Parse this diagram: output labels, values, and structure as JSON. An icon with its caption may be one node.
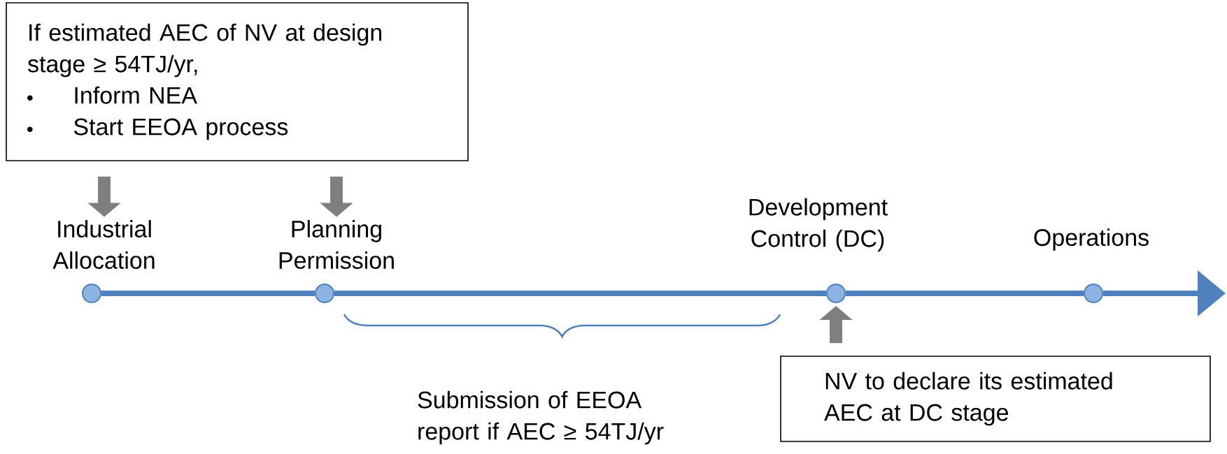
{
  "diagram": {
    "nodes": [
      {
        "text": [
          "If estimated AEC of NV at design stage ≥ 54TJ/yr,",
          "Inform NEA",
          "Start EEOA process"
        ]
      },
      {
        "text": [
          "Industrial Allocation"
        ]
      },
      {
        "text": [
          "Planning Permission"
        ]
      },
      {
        "text": [
          "Development Control (DC)"
        ]
      },
      {
        "text": [
          "Operations"
        ]
      },
      {
        "text": [],
        "shape": "circle"
      },
      {
        "text": [],
        "shape": "circle"
      },
      {
        "text": [],
        "shape": "circle"
      },
      {
        "text": [],
        "shape": "circle"
      },
      {
        "text": [
          "NV to declare its estimated AEC at DC stage"
        ]
      }
    ],
    "edges": [
      {
        "from": 5,
        "to": 6,
        "arrow": "none"
      },
      {
        "from": 6,
        "to": 7,
        "arrow": "none"
      },
      {
        "from": 7,
        "to": 8,
        "arrow": "none"
      },
      {
        "from": 8,
        "to": null,
        "arrow": "to"
      },
      {
        "from": 0,
        "to": 1,
        "arrow": "to",
        "style": "thick",
        "color": "#7f7f7f"
      },
      {
        "from": 0,
        "to": 2,
        "arrow": "to",
        "style": "thick",
        "color": "#7f7f7f"
      },
      {
        "from": 9,
        "to": 7,
        "arrow": "to",
        "style": "thick",
        "color": "#7f7f7f"
      }
    ],
    "labels": [
      "Submission of EEOA report if AEC ≥ 54TJ/yr"
    ]
  }
}
